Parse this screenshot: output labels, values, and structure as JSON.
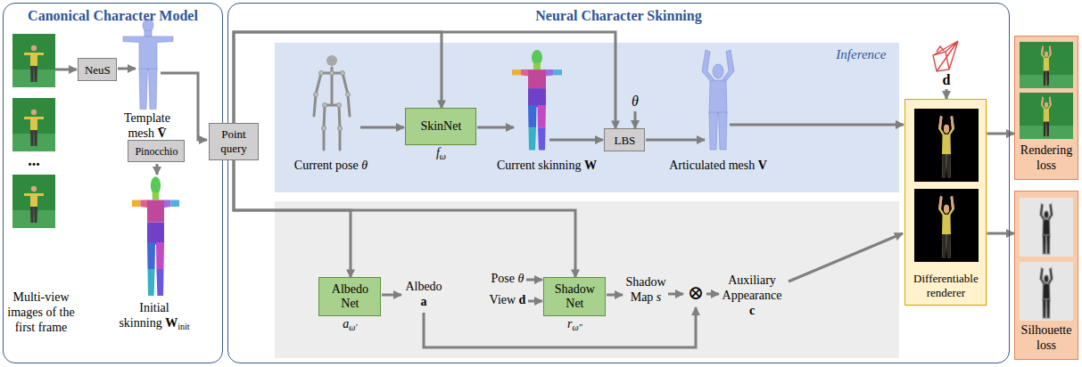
{
  "diagram": {
    "nodes": [
      {
        "text": [
          "Canonical Character Model"
        ]
      },
      {
        "text": [
          "NeuS"
        ],
        "in": 0
      },
      {
        "text": [
          "Pinocchio"
        ],
        "in": 0
      },
      {
        "text": [
          "Neural Character Skinning"
        ]
      },
      {
        "text": [
          "Point query"
        ]
      },
      {
        "text": [
          "Inference"
        ],
        "in": 3
      },
      {
        "text": [
          "SkinNet",
          "fω"
        ],
        "in": 5
      },
      {
        "text": [
          "LBS"
        ],
        "in": 5
      },
      {
        "text": [
          "Albedo Net",
          "aω′"
        ],
        "in": 3
      },
      {
        "text": [
          "Shadow Net",
          "rω″"
        ],
        "in": 3
      },
      {
        "text": [
          "Differentiable renderer"
        ],
        "in": 3
      },
      {
        "text": [
          "Rendering loss"
        ]
      },
      {
        "text": [
          "Silhouette loss"
        ]
      }
    ],
    "edges": [
      {
        "from": 4,
        "to": 6,
        "arrow": "to"
      },
      {
        "from": 4,
        "to": 7,
        "arrow": "to"
      },
      {
        "from": 4,
        "to": 8,
        "arrow": "to"
      },
      {
        "from": 4,
        "to": 9,
        "arrow": "to"
      },
      {
        "from": 10,
        "to": 11,
        "arrow": "to"
      },
      {
        "from": 10,
        "to": 12,
        "arrow": "to"
      }
    ],
    "labels": [
      "Multi-view images of the first frame",
      "...",
      "Template mesh V̄",
      "Initial skinning Winit",
      "Current pose θ",
      "Current skinning W",
      "θ",
      "Articulated mesh V",
      "Albedo a",
      "Pose θ",
      "View d",
      "Shadow Map s",
      "⊗",
      "Auxiliary Appearance c",
      "d"
    ]
  }
}
